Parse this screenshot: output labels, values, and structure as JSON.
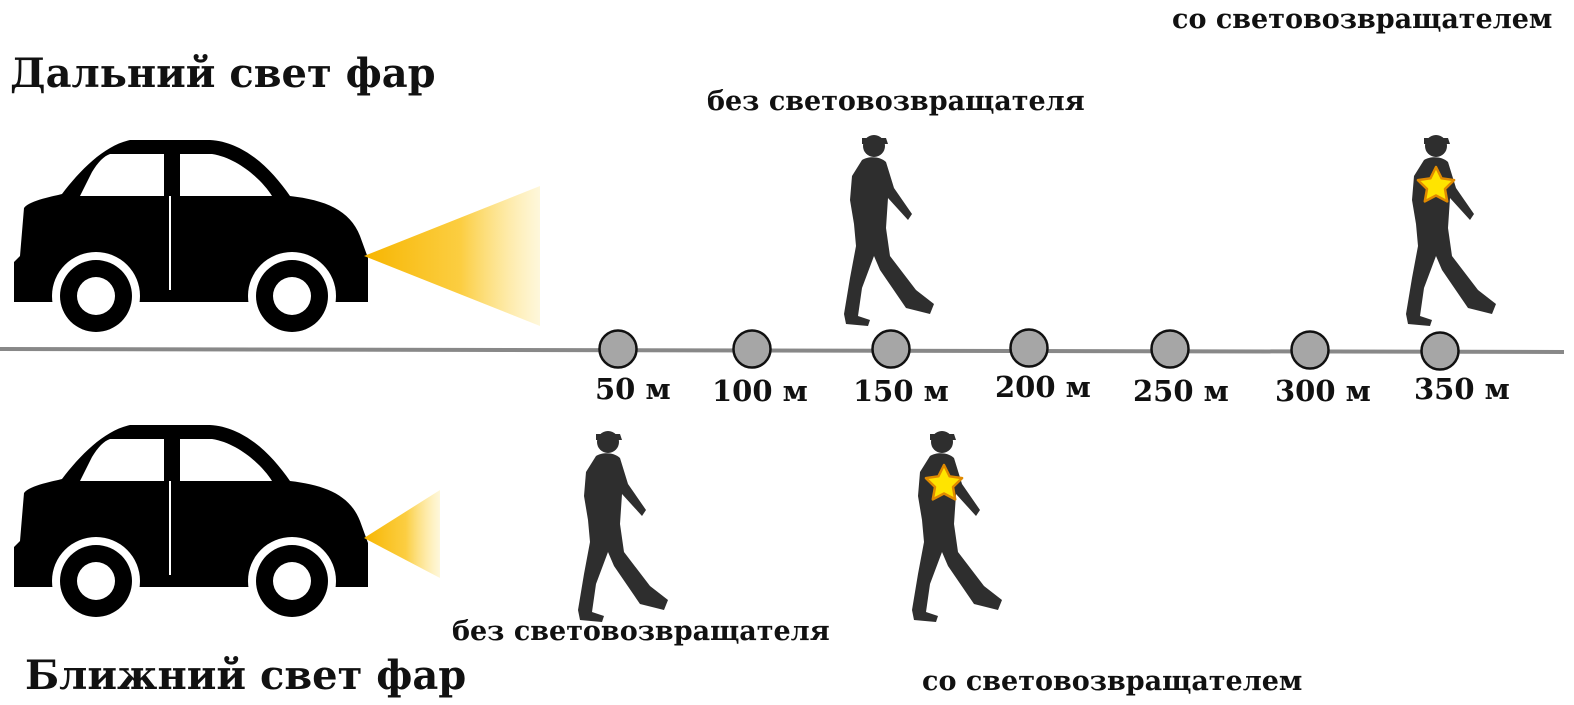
{
  "high_beam": {
    "title": "Дальний свет фар",
    "pedestrian_plain_label": "без световозвращателя",
    "pedestrian_reflector_label": "со световозвращателем"
  },
  "low_beam": {
    "title": "Ближний свет фар",
    "pedestrian_plain_label": "без световозвращателя",
    "pedestrian_reflector_label": "со световозвращателем"
  },
  "distance_markers": [
    "50 м",
    "100 м",
    "150 м",
    "200 м",
    "250 м",
    "300 м",
    "350 м"
  ],
  "colors": {
    "car": "#000000",
    "headlight": "#f7b500",
    "pedestrian": "#2e2e2e",
    "reflector_star": "#ffe400",
    "marker_fill": "#a6a6a6",
    "road_line": "#888888"
  }
}
